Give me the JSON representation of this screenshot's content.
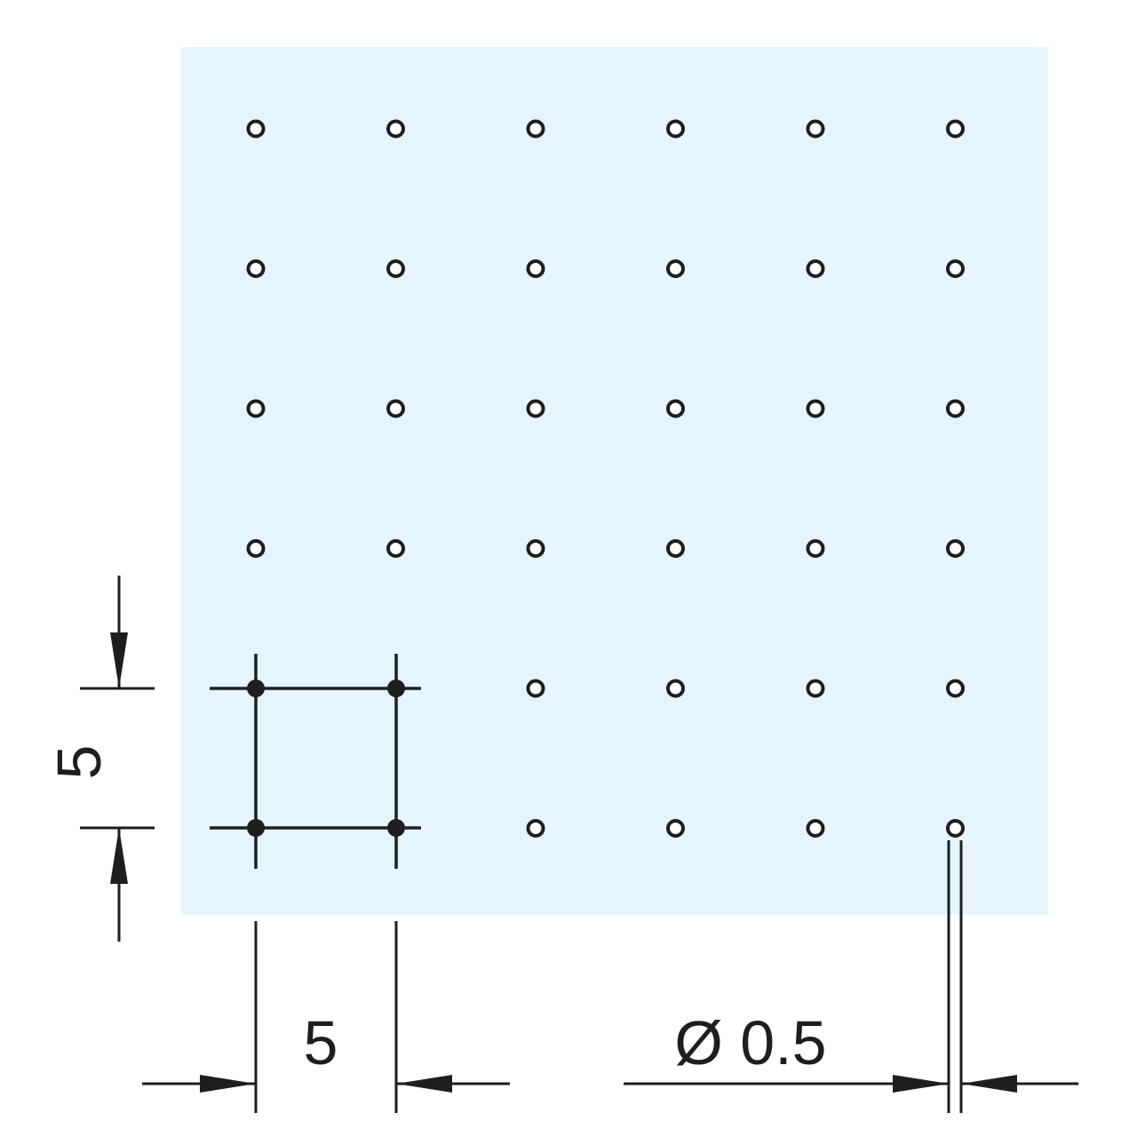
{
  "plate": {
    "background_color": "#e6f5fd",
    "line_color": "#1e1e1e",
    "grid_rows": 6,
    "grid_cols": 6,
    "omitted_holes": [
      [
        4,
        0
      ],
      [
        4,
        1
      ],
      [
        5,
        0
      ],
      [
        5,
        1
      ]
    ]
  },
  "dimensions": {
    "pitch_vertical_label": "5",
    "pitch_horizontal_label": "5",
    "hole_diameter_label": "Ø 0.5"
  }
}
